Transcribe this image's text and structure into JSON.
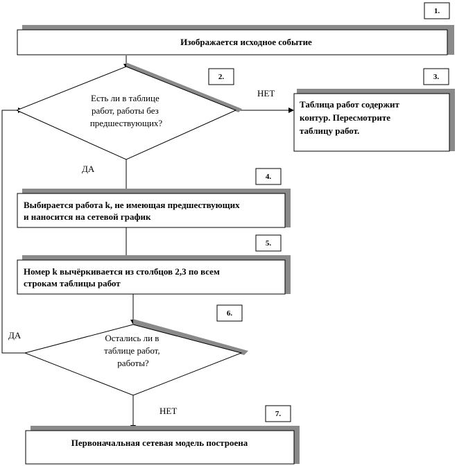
{
  "diagram": {
    "nodes": [
      {
        "id": "1",
        "number": "1.",
        "lines": [
          "Изображается исходное событие"
        ]
      },
      {
        "id": "2",
        "number": "2.",
        "lines": [
          "Есть ли в таблице",
          "работ, работы без",
          "предшествующих?"
        ]
      },
      {
        "id": "3",
        "number": "3.",
        "lines": [
          "Таблица работ содержит",
          "контур. Пересмотрите",
          "таблицу работ."
        ]
      },
      {
        "id": "4",
        "number": "4.",
        "lines": [
          "Выбирается работа k, не имеющая предшествующих",
          "и наносится на сетевой график"
        ]
      },
      {
        "id": "5",
        "number": "5.",
        "lines": [
          "Номер k вычёркивается из столбцов 2,3 по всем",
          "строкам таблицы работ"
        ]
      },
      {
        "id": "6",
        "number": "6.",
        "lines": [
          "Остались ли в",
          "таблице работ,",
          "работы?"
        ]
      },
      {
        "id": "7",
        "number": "7.",
        "lines": [
          "Первоначальная сетевая модель построена"
        ]
      }
    ],
    "edge_labels": {
      "no_2_to_3": "НЕТ",
      "yes_2_to_4": "ДА",
      "yes_6_loop": "ДА",
      "no_6_to_7": "НЕТ"
    }
  }
}
